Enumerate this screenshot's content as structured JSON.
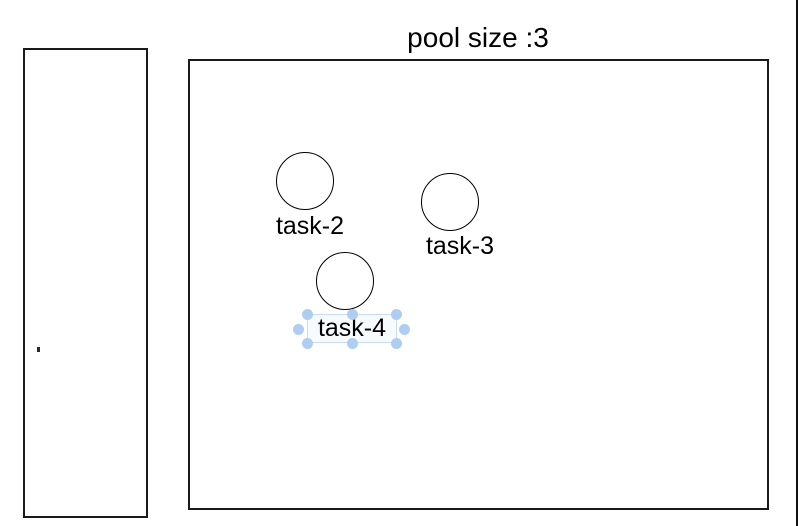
{
  "pool": {
    "label": "pool size :3",
    "tasks": [
      {
        "label": "task-2",
        "selected": false
      },
      {
        "label": "task-3",
        "selected": false
      },
      {
        "label": "task-4",
        "selected": true
      }
    ]
  },
  "selection": {
    "selected_element": "task-4",
    "handle_count": 8
  },
  "colors": {
    "shape_stroke": "#000000",
    "selection_handle": "#aecdf0",
    "selection_outline": "#cbdcf0",
    "background": "#ffffff"
  }
}
